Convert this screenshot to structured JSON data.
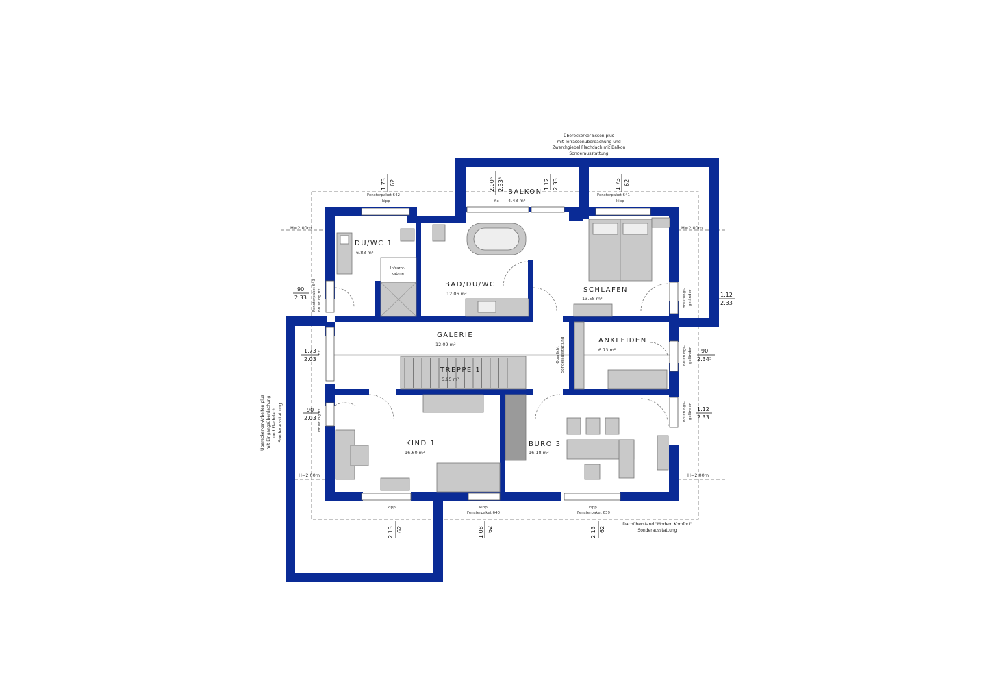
{
  "notes": {
    "top": [
      "Übereckerker Essen plus",
      "mit Terrassenüberdachung und",
      "Zwerchgiebel Flachdach mit Balkon",
      "Sonderausstattung"
    ],
    "left": [
      "Übereckerker-Arbeiten plus",
      "mit Eingangsüberdachung",
      "und Flachdach",
      "Sonderausstattung"
    ],
    "bottom_right": [
      "Dachüberstand \"Modern Komfort\"",
      "Sonderausstattung"
    ],
    "ankleiden_side": [
      "Oberlicht",
      "Sonderausstattung"
    ],
    "infrarot": "Infrarot-kabine"
  },
  "rooms": [
    {
      "name": "DU/WC 1",
      "area": "6.83 m²"
    },
    {
      "name": "BAD/DU/WC",
      "area": "12.06 m²"
    },
    {
      "name": "BALKON",
      "area": "4.48 m²"
    },
    {
      "name": "SCHLAFEN",
      "area": "13.58 m²"
    },
    {
      "name": "GALERIE",
      "area": "12.09 m²"
    },
    {
      "name": "ANKLEIDEN",
      "area": "6.73 m²"
    },
    {
      "name": "TREPPE 1",
      "area": "5.95 m²"
    },
    {
      "name": "KIND 1",
      "area": "16.60 m²"
    },
    {
      "name": "BÜRO 3",
      "area": "16.18 m²"
    }
  ],
  "windows": {
    "fp642": "Fensterpaket 642",
    "fp641": "Fensterpaket 641",
    "fp640": "Fensterpaket 640",
    "fp639": "Fensterpaket 639",
    "fp643": "Fensterpaket 643",
    "kipp": "kipp",
    "fix": "fix",
    "bruestung_fix": "Brüstung fix",
    "bruestungsgelaender": "Brüstungs-geländer"
  },
  "heights": {
    "h_left": "H=2.00m",
    "h_right": "H=2.00m",
    "h_left_low": "H=2.00m",
    "h_right_low": "H=2.00m"
  },
  "dims": {
    "top_left": [
      "1.73",
      "62"
    ],
    "balkon_a": [
      "2.00⁵",
      "2.33³"
    ],
    "balkon_b": [
      "1.12",
      "2.33"
    ],
    "top_right": [
      "1.73",
      "62"
    ],
    "left_a": [
      "90",
      "2.33"
    ],
    "left_b": [
      "1.73",
      "2.03"
    ],
    "left_c": [
      "90",
      "2.03"
    ],
    "right_a": [
      "1.12",
      "2.33"
    ],
    "right_b": [
      "90",
      "2.34⁵"
    ],
    "right_c": [
      "1.12",
      "2.33"
    ],
    "bottom_a": [
      "2.13",
      "62"
    ],
    "bottom_b": [
      "1.08",
      "62"
    ],
    "bottom_c": [
      "2.13",
      "62"
    ]
  },
  "colors": {
    "wall": "#0a2b96",
    "fixture": "#c9c9c9",
    "fixture_dark": "#9a9a9a",
    "line": "#555555"
  }
}
